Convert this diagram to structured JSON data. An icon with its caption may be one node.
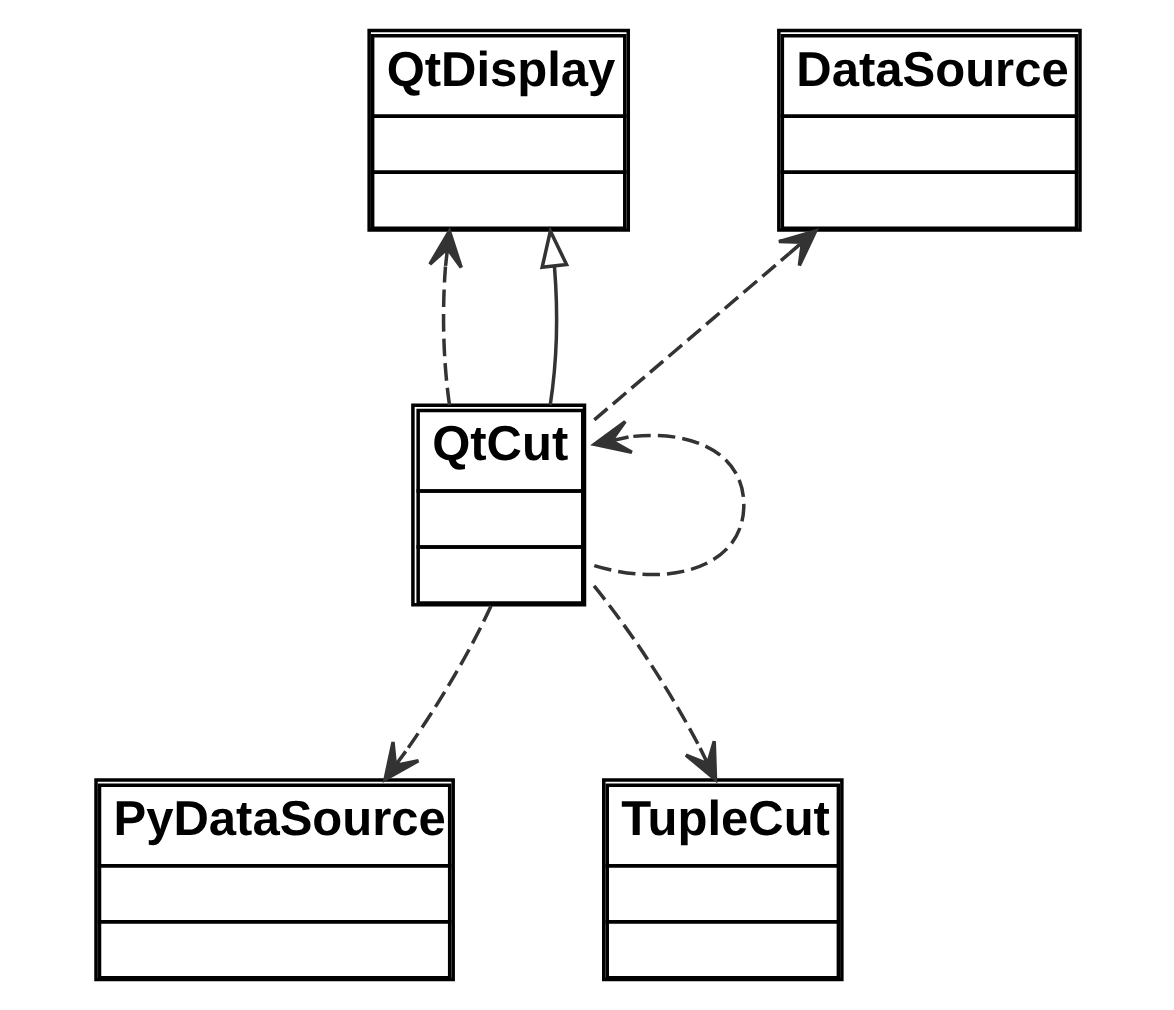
{
  "diagram": {
    "nodes": [
      {
        "text": [
          "QtDisplay"
        ]
      },
      {
        "text": [
          "QtCut"
        ]
      },
      {
        "text": [
          "DataSource"
        ]
      },
      {
        "text": [
          "PyDataSource"
        ]
      },
      {
        "text": [
          "TupleCut"
        ]
      }
    ],
    "edges": [
      {
        "from": 1,
        "to": 0,
        "arrow": "to",
        "style": "dashed"
      },
      {
        "from": 1,
        "to": 0,
        "arrow": "to"
      },
      {
        "from": 1,
        "to": 1,
        "arrow": "to",
        "style": "dashed"
      },
      {
        "from": 1,
        "to": 2,
        "arrow": "to",
        "style": "dashed"
      },
      {
        "from": 1,
        "to": 3,
        "arrow": "to",
        "style": "dashed"
      },
      {
        "from": 1,
        "to": 4,
        "arrow": "to",
        "style": "dashed"
      }
    ]
  }
}
